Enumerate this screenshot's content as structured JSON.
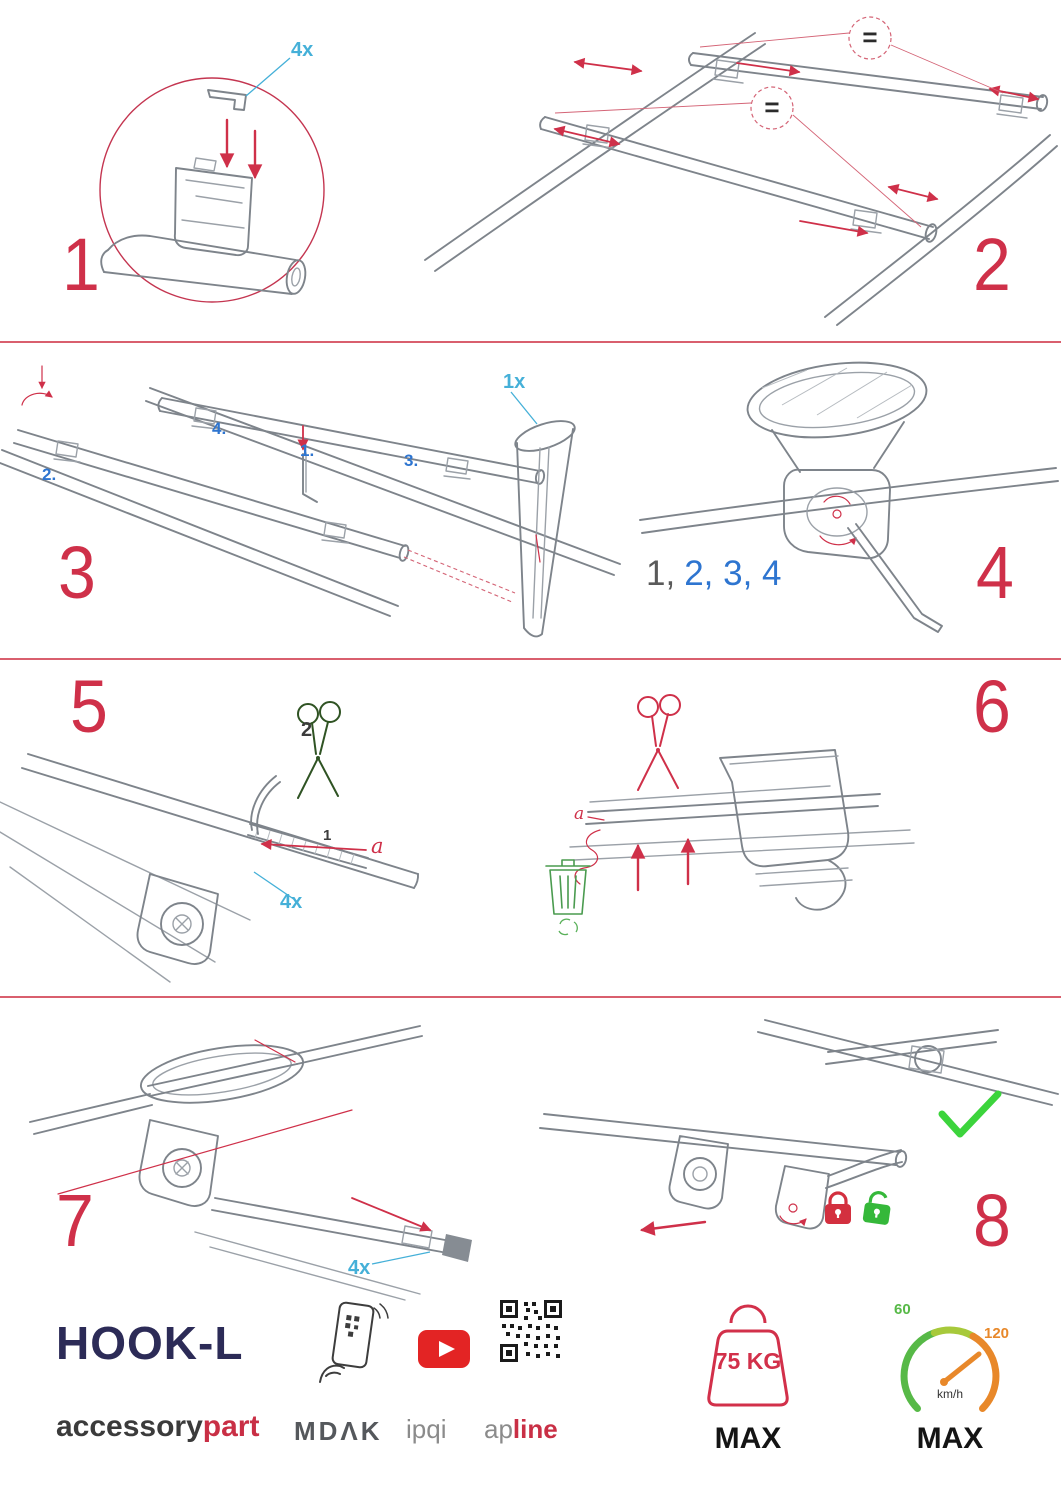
{
  "steps": {
    "step1": {
      "number": "1",
      "quantity": "4x"
    },
    "step2": {
      "number": "2",
      "equal_top": "=",
      "equal_mid": "="
    },
    "step3": {
      "number": "3",
      "quantity": "1x",
      "sub1": "1.",
      "sub2": "2.",
      "sub3": "3.",
      "sub4": "4."
    },
    "step4": {
      "number": "4",
      "seq_first": "1,",
      "seq_rest": "2, 3, 4"
    },
    "step5": {
      "number": "5",
      "cut_order": "2",
      "pull_order": "1",
      "part": "a",
      "quantity": "4x"
    },
    "step6": {
      "number": "6",
      "part": "a"
    },
    "step7": {
      "number": "7",
      "quantity": "4x"
    },
    "step8": {
      "number": "8"
    }
  },
  "footer": {
    "product_name": "HOOK-L",
    "brand_primary": "accessory",
    "brand_accent": "part",
    "logo_mdak": "MDΛK",
    "logo_ipqi": "ipqi",
    "logo_ap": "ap",
    "logo_line": "line",
    "weight_limit": "75 KG",
    "weight_max": "MAX",
    "speed_low": "60",
    "speed_high": "120",
    "speed_unit": "km/h",
    "speed_max": "MAX"
  },
  "icons": {
    "step5_scissors": "scissors-icon",
    "step6_scissors": "scissors-icon",
    "step6_trash": "trash-recycle-icon",
    "step8_check": "check-icon",
    "step8_lock_closed": "lock-closed-icon",
    "step8_lock_open": "lock-open-icon",
    "footer_phone": "phone-qr-icon",
    "footer_youtube": "youtube-play-icon",
    "footer_qr": "qr-code-icon",
    "footer_weight": "weight-max-icon",
    "footer_gauge": "speedometer-icon"
  },
  "colors": {
    "accent_red": "#cf3049",
    "label_blue_light": "#45b0d8",
    "label_blue": "#2e75d0",
    "line_gray": "#9ba1a8",
    "check_green": "#3cd43c",
    "lock_red": "#d3303f",
    "lock_open_green": "#35b83a",
    "trash_green": "#4a9b4f",
    "gauge_green": "#57b947",
    "gauge_orange": "#e8882a",
    "youtube_red": "#e32424",
    "title_navy": "#2c2b57"
  }
}
